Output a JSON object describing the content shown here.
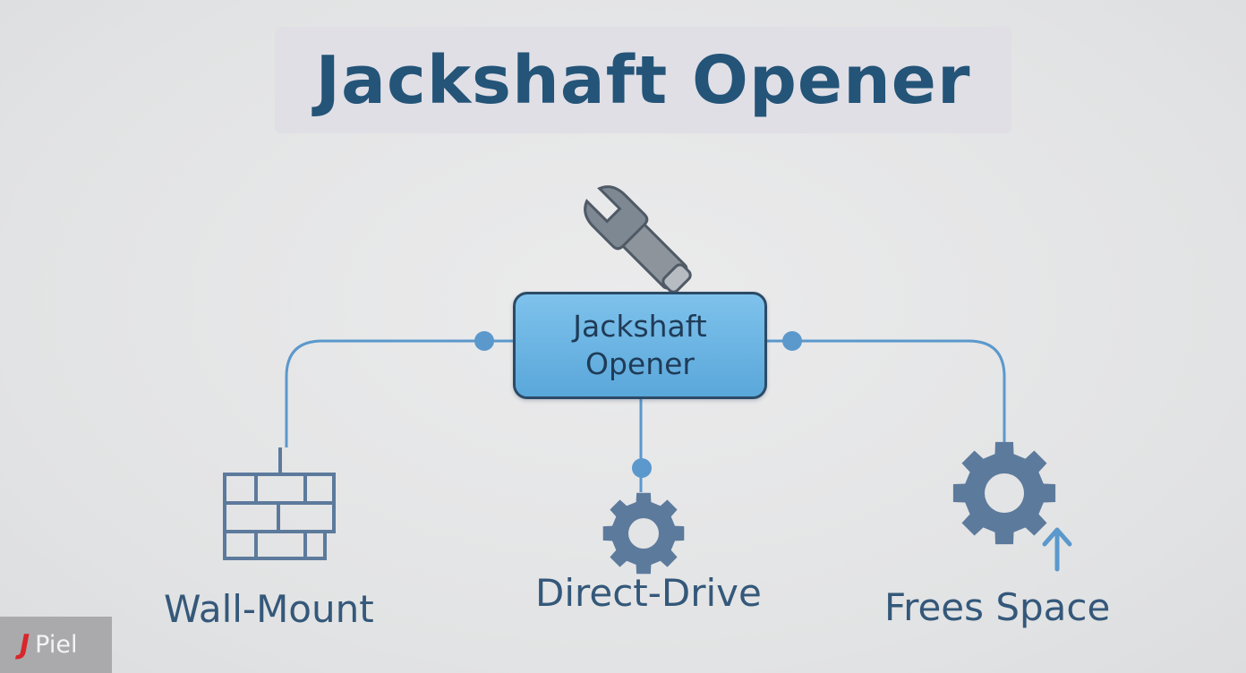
{
  "title": "Jackshaft Opener",
  "center_node": {
    "line1": "Jackshaft",
    "line2": "Opener"
  },
  "branches": [
    {
      "label": "Wall-Mount",
      "icon": "brick-wall-icon"
    },
    {
      "label": "Direct-Drive",
      "icon": "gear-icon"
    },
    {
      "label": "Frees Space",
      "icon": "gear-up-arrow-icon"
    }
  ],
  "top_icon": "wrench-icon",
  "watermark": {
    "mark": "J",
    "text": "Piel"
  },
  "colors": {
    "title": "#245478",
    "node_fill": "#6cb4e4",
    "node_border": "#2c4a66",
    "connector": "#5b98cc",
    "icon_gray": "#5c7a9c",
    "label": "#34587a"
  }
}
